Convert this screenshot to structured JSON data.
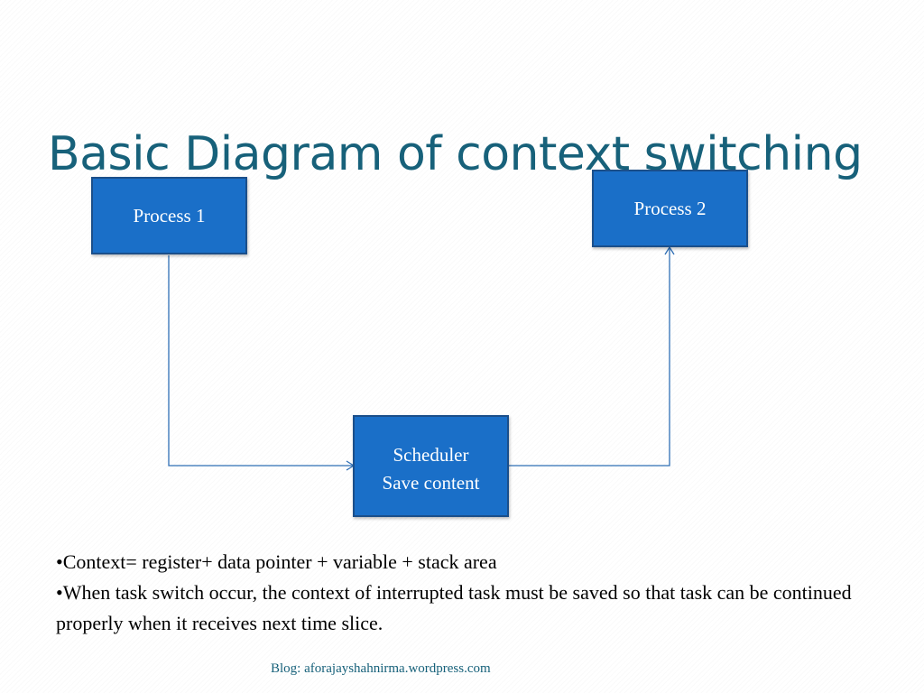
{
  "slide": {
    "title": "Basic Diagram of context switching",
    "footer": "Blog: aforajayshahnirma.wordpress.com"
  },
  "diagram": {
    "nodes": {
      "process1": {
        "label": "Process 1"
      },
      "process2": {
        "label": "Process 2"
      },
      "scheduler": {
        "lines": [
          "Scheduler",
          "Save content"
        ]
      }
    },
    "edges": [
      {
        "from": "process1",
        "to": "scheduler"
      },
      {
        "from": "scheduler",
        "to": "process2"
      }
    ]
  },
  "notes": [
    "•Context= register+ data pointer + variable + stack  area",
    "•When task switch occur, the context of interrupted task must be saved so that task can be continued properly when it receives next time slice."
  ],
  "colors": {
    "title": "#17617a",
    "box_fill": "#1a6fc8",
    "box_border": "#1b4f8a",
    "connector": "#2f6fb5"
  }
}
